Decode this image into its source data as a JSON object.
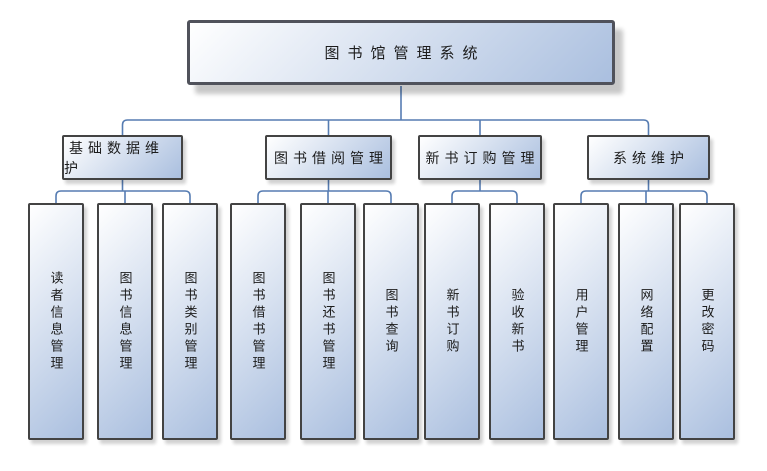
{
  "diagram": {
    "title": "图书馆管理系统",
    "root": {
      "label": "图书馆管理系统"
    },
    "groups": [
      {
        "label": "基础数据维护",
        "children": [
          {
            "label": "读者信息管理"
          },
          {
            "label": "图书信息管理"
          },
          {
            "label": "图书类别管理"
          }
        ]
      },
      {
        "label": "图书借阅管理",
        "children": [
          {
            "label": "图书借书管理"
          },
          {
            "label": "图书还书管理"
          },
          {
            "label": "图书查询"
          }
        ]
      },
      {
        "label": "新书订购管理",
        "children": [
          {
            "label": "新书订购"
          },
          {
            "label": "验收新书"
          }
        ]
      },
      {
        "label": "系统维护",
        "children": [
          {
            "label": "用户管理"
          },
          {
            "label": "网络配置"
          },
          {
            "label": "更改密码"
          }
        ]
      }
    ],
    "colors": {
      "box_fill_start": "#ffffff",
      "box_fill_end": "#aabfdf",
      "border": "#434343",
      "root_border": "#50525b",
      "connector": "#567cb2",
      "text": "#1c1c1c",
      "background": "#ffffff"
    }
  }
}
